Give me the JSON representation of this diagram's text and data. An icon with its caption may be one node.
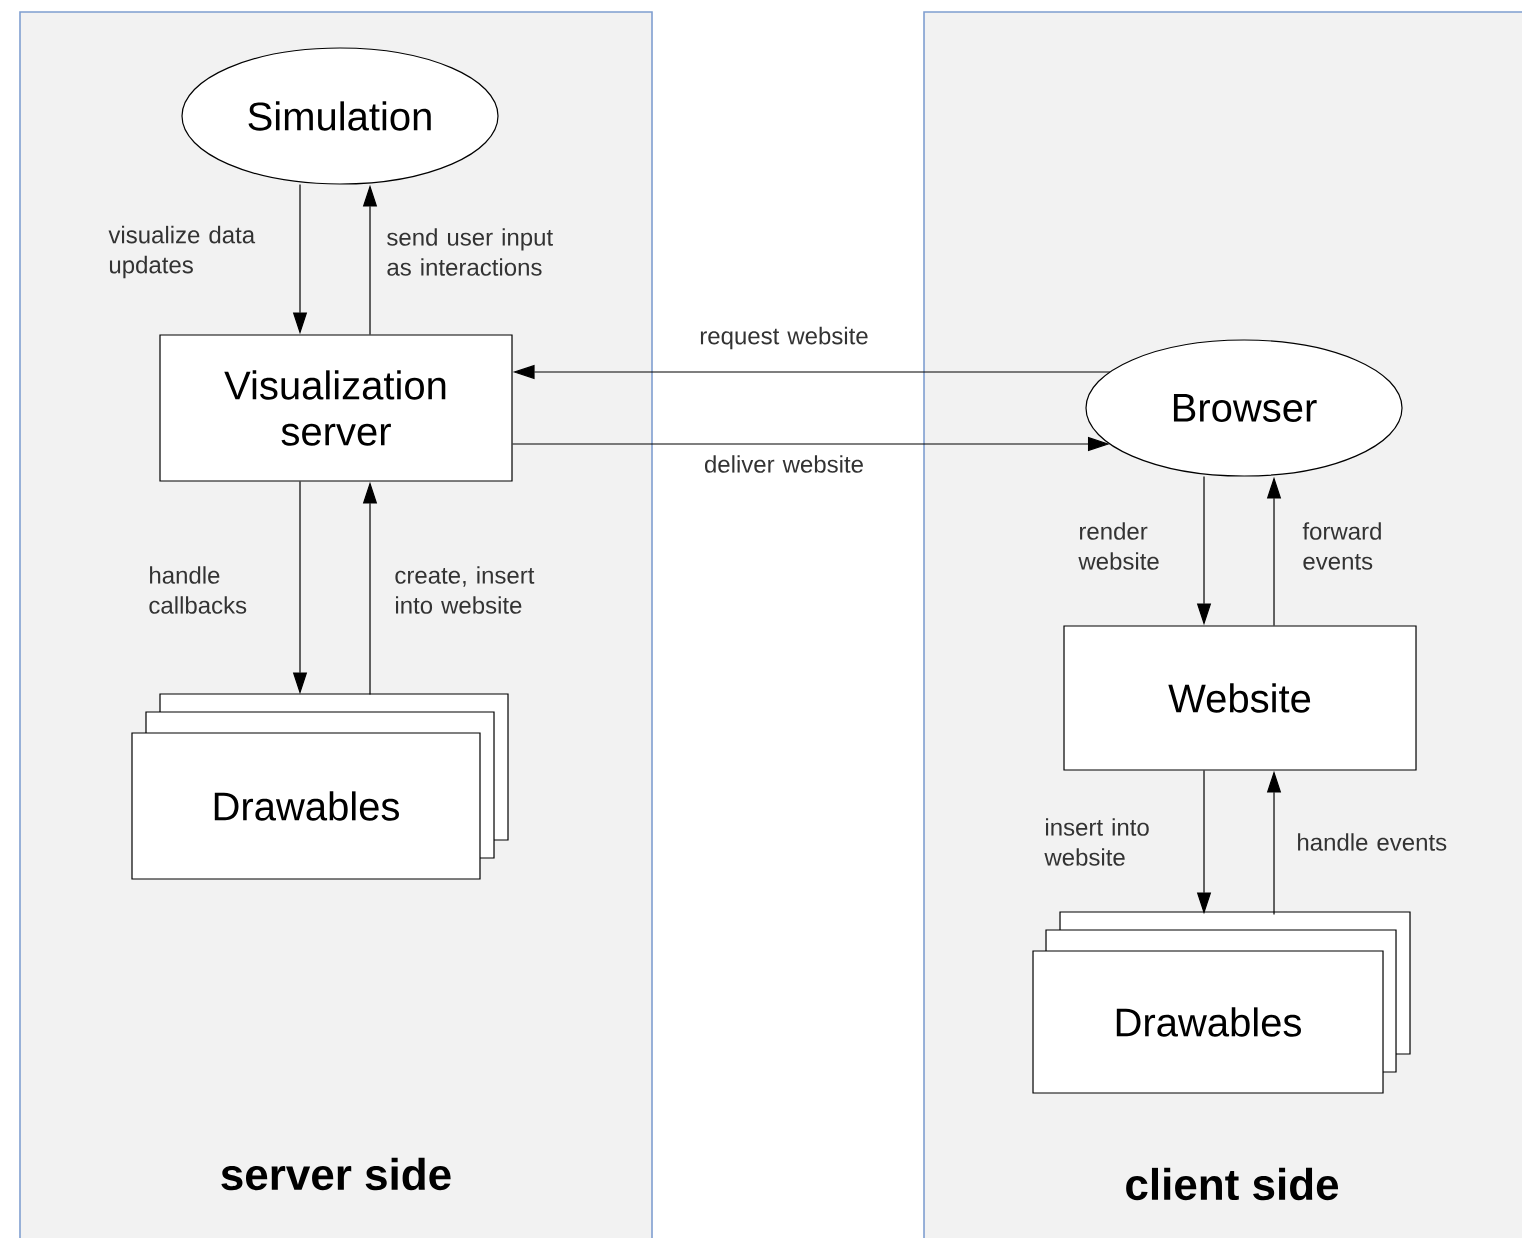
{
  "diagram": {
    "nodes": [
      {
        "text": [
          "server side"
        ]
      },
      {
        "text": [
          "Simulation"
        ],
        "in": 0
      },
      {
        "text": [
          "Visualization server"
        ],
        "in": 0
      },
      {
        "text": [
          "Drawables"
        ],
        "in": 0
      },
      {
        "text": [
          "client side"
        ]
      },
      {
        "text": [
          "Browser"
        ],
        "in": 4
      },
      {
        "text": [
          "Website"
        ],
        "in": 4
      },
      {
        "text": [
          "Drawables"
        ],
        "in": 4
      }
    ],
    "edges": [
      {
        "from": 1,
        "to": 2,
        "arrow": "to",
        "label": "visualize data updates"
      },
      {
        "from": 2,
        "to": 1,
        "arrow": "to",
        "label": "send user input as interactions"
      },
      {
        "from": 2,
        "to": 3,
        "arrow": "to",
        "label": "handle callbacks"
      },
      {
        "from": 3,
        "to": 2,
        "arrow": "to",
        "label": "create, insert into website"
      },
      {
        "from": 5,
        "to": 2,
        "arrow": "to",
        "label": "request website"
      },
      {
        "from": 2,
        "to": 5,
        "arrow": "to",
        "label": "deliver website"
      },
      {
        "from": 5,
        "to": 6,
        "arrow": "to",
        "label": "render website"
      },
      {
        "from": 6,
        "to": 5,
        "arrow": "to",
        "label": "forward events"
      },
      {
        "from": 6,
        "to": 7,
        "arrow": "to",
        "label": "insert into website"
      },
      {
        "from": 7,
        "to": 6,
        "arrow": "to",
        "label": "handle events"
      }
    ]
  }
}
